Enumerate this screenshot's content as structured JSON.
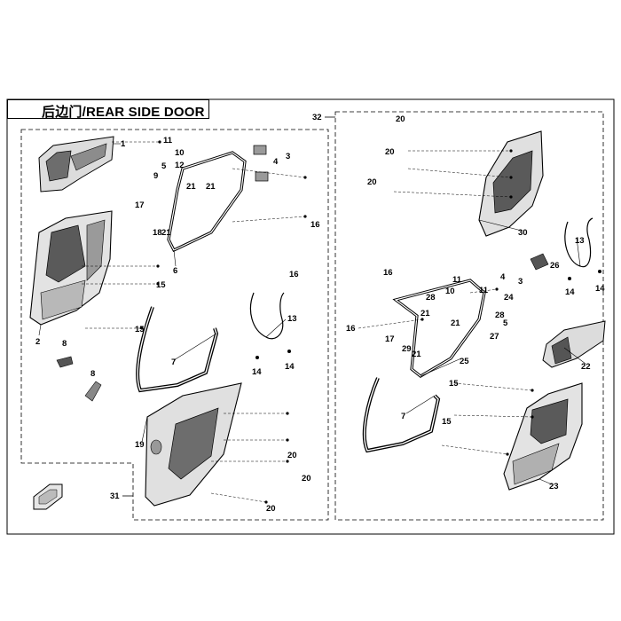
{
  "title": "后边门/REAR  SIDE DOOR",
  "callouts": {
    "c1": "1",
    "c2": "2",
    "c3": "3",
    "c4": "4",
    "c5": "5",
    "c6": "6",
    "c7": "7",
    "c8": "8",
    "c9": "9",
    "c10": "10",
    "c11": "11",
    "c12": "12",
    "c13": "13",
    "c14": "14",
    "c15": "15",
    "c16": "16",
    "c17": "17",
    "c18": "18",
    "c19": "19",
    "c20": "20",
    "c21": "21",
    "c22": "22",
    "c23": "23",
    "c24": "24",
    "c25": "25",
    "c26": "26",
    "c27": "27",
    "c28": "28",
    "c29": "29",
    "c30": "30",
    "c31": "31",
    "c32": "32"
  },
  "colors": {
    "line": "#000000",
    "panel": "#d9d9d9",
    "panel_dark": "#4a4a4a",
    "mesh": "#6d6d6d"
  }
}
